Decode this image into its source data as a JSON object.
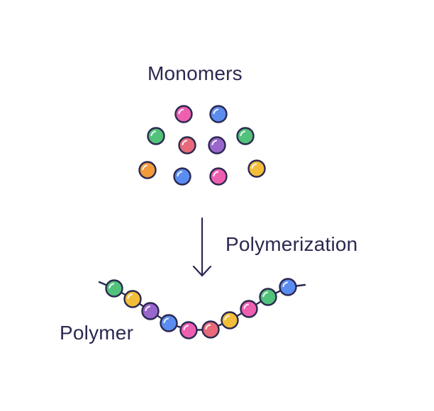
{
  "labels": {
    "monomers": "Monomers",
    "process": "Polymerization",
    "polymer": "Polymer"
  },
  "colors": {
    "outline": "#2b2950",
    "text": "#2b2950",
    "pink": "#ee5fb0",
    "blue": "#5b8cf0",
    "green": "#52c17a",
    "red": "#e8697a",
    "purple": "#9966cc",
    "orange": "#f29a3c",
    "yellow": "#f2be3a"
  },
  "monomers": [
    "pink",
    "blue",
    "green",
    "red",
    "purple",
    "green",
    "orange",
    "blue",
    "pink",
    "yellow"
  ],
  "polymer_chain": [
    "green",
    "yellow",
    "purple",
    "blue",
    "pink",
    "red",
    "yellow",
    "pink",
    "green",
    "blue"
  ]
}
